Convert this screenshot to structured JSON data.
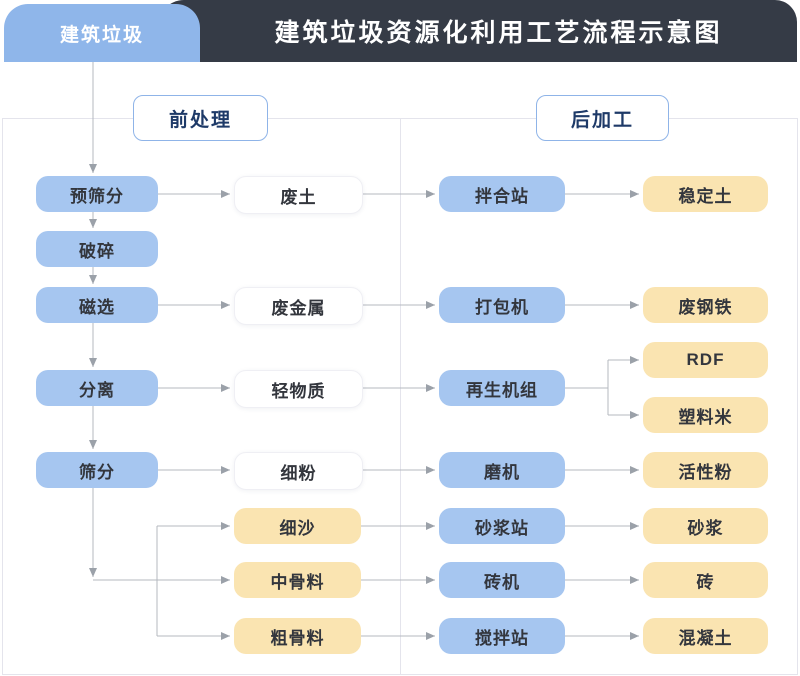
{
  "header": {
    "source_label": "建筑垃圾",
    "title": "建筑垃圾资源化利用工艺流程示意图"
  },
  "stages": {
    "pre": "前处理",
    "post": "后加工"
  },
  "columns": {
    "pretreatment": [
      "预筛分",
      "破碎",
      "磁选",
      "分离",
      "筛分"
    ],
    "intermediates": [
      "废土",
      "废金属",
      "轻物质",
      "细粉",
      "细沙",
      "中骨料",
      "粗骨料"
    ],
    "equipment": [
      "拌合站",
      "打包机",
      "再生机组",
      "磨机",
      "砂浆站",
      "砖机",
      "搅拌站"
    ],
    "products": [
      "稳定土",
      "废钢铁",
      "RDF",
      "塑料米",
      "活性粉",
      "砂浆",
      "砖",
      "混凝土"
    ]
  },
  "colors": {
    "header_bar": "#353B46",
    "source_tab": "#8FB6EA",
    "process_box": "#A6C6F0",
    "product_box": "#FAE4B1",
    "intermediate_box": "#FFFFFF",
    "stage_border": "#8FB4E8",
    "stage_text": "#1E3A68",
    "node_text": "#33363D",
    "connector": "#B4B8BF",
    "panel_border": "#E4E4EC"
  }
}
